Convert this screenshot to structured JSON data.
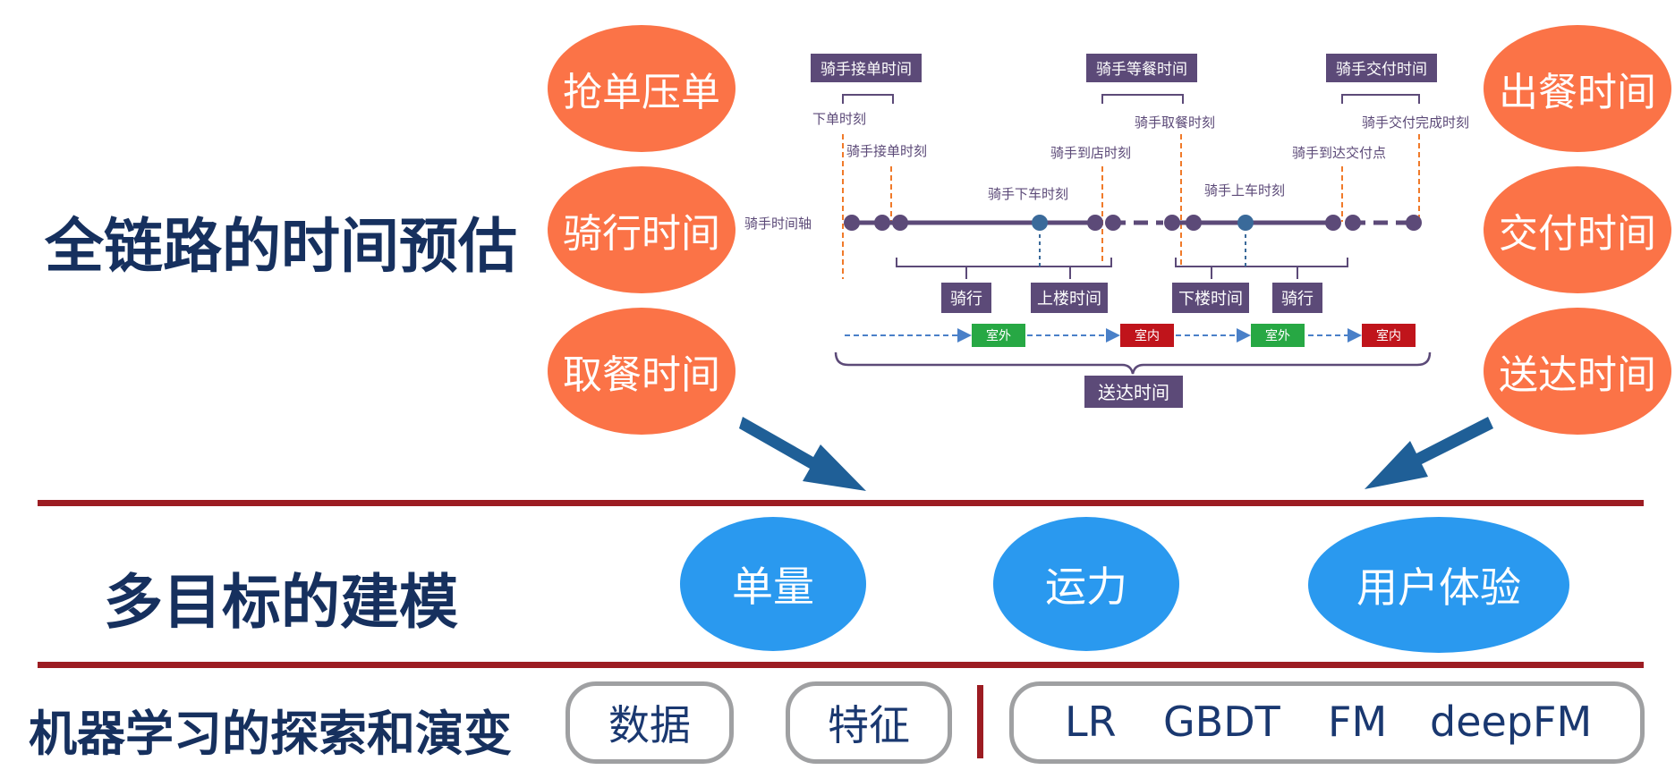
{
  "section1": {
    "title": "全链路的时间预估",
    "left_ovals": [
      "抢单压单",
      "骑行时间",
      "取餐时间"
    ],
    "right_ovals": [
      "出餐时间",
      "交付时间",
      "送达时间"
    ]
  },
  "timeline": {
    "top_boxes": [
      "骑手接单时间",
      "骑手等餐时间",
      "骑手交付时间"
    ],
    "event_labels": {
      "order_placed": "下单时刻",
      "rider_accept": "骑手接单时刻",
      "rider_arrive_store": "骑手到店时刻",
      "rider_pickup": "骑手取餐时刻",
      "rider_arrive_delivery": "骑手到达交付点",
      "rider_delivery_done": "骑手交付完成时刻",
      "rider_get_off": "骑手下车时刻",
      "rider_get_on": "骑手上车时刻"
    },
    "axis_label": "骑手时间轴",
    "bottom_boxes": [
      "骑行",
      "上楼时间",
      "下楼时间",
      "骑行"
    ],
    "location_tags": [
      {
        "label": "室外",
        "color": "#27a844"
      },
      {
        "label": "室内",
        "color": "#c0141b"
      },
      {
        "label": "室外",
        "color": "#27a844"
      },
      {
        "label": "室内",
        "color": "#c0141b"
      }
    ],
    "total_label": "送达时间",
    "colors": {
      "axis": "#5c4a78",
      "box": "#5c4a78",
      "dash_orange": "#f07a2a",
      "flow": "#4a80c8"
    }
  },
  "section2": {
    "title": "多目标的建模",
    "ovals": [
      "单量",
      "运力",
      "用户体验"
    ]
  },
  "section3": {
    "title": "机器学习的探索和演变",
    "boxes": [
      "数据",
      "特征"
    ],
    "models": [
      "LR",
      "GBDT",
      "FM",
      "deepFM"
    ]
  },
  "colors": {
    "heading": "#16305e",
    "orange": "#fb7347",
    "blue": "#2a99ef",
    "divider": "#9c1c22",
    "arrow": "#1f5f97"
  }
}
